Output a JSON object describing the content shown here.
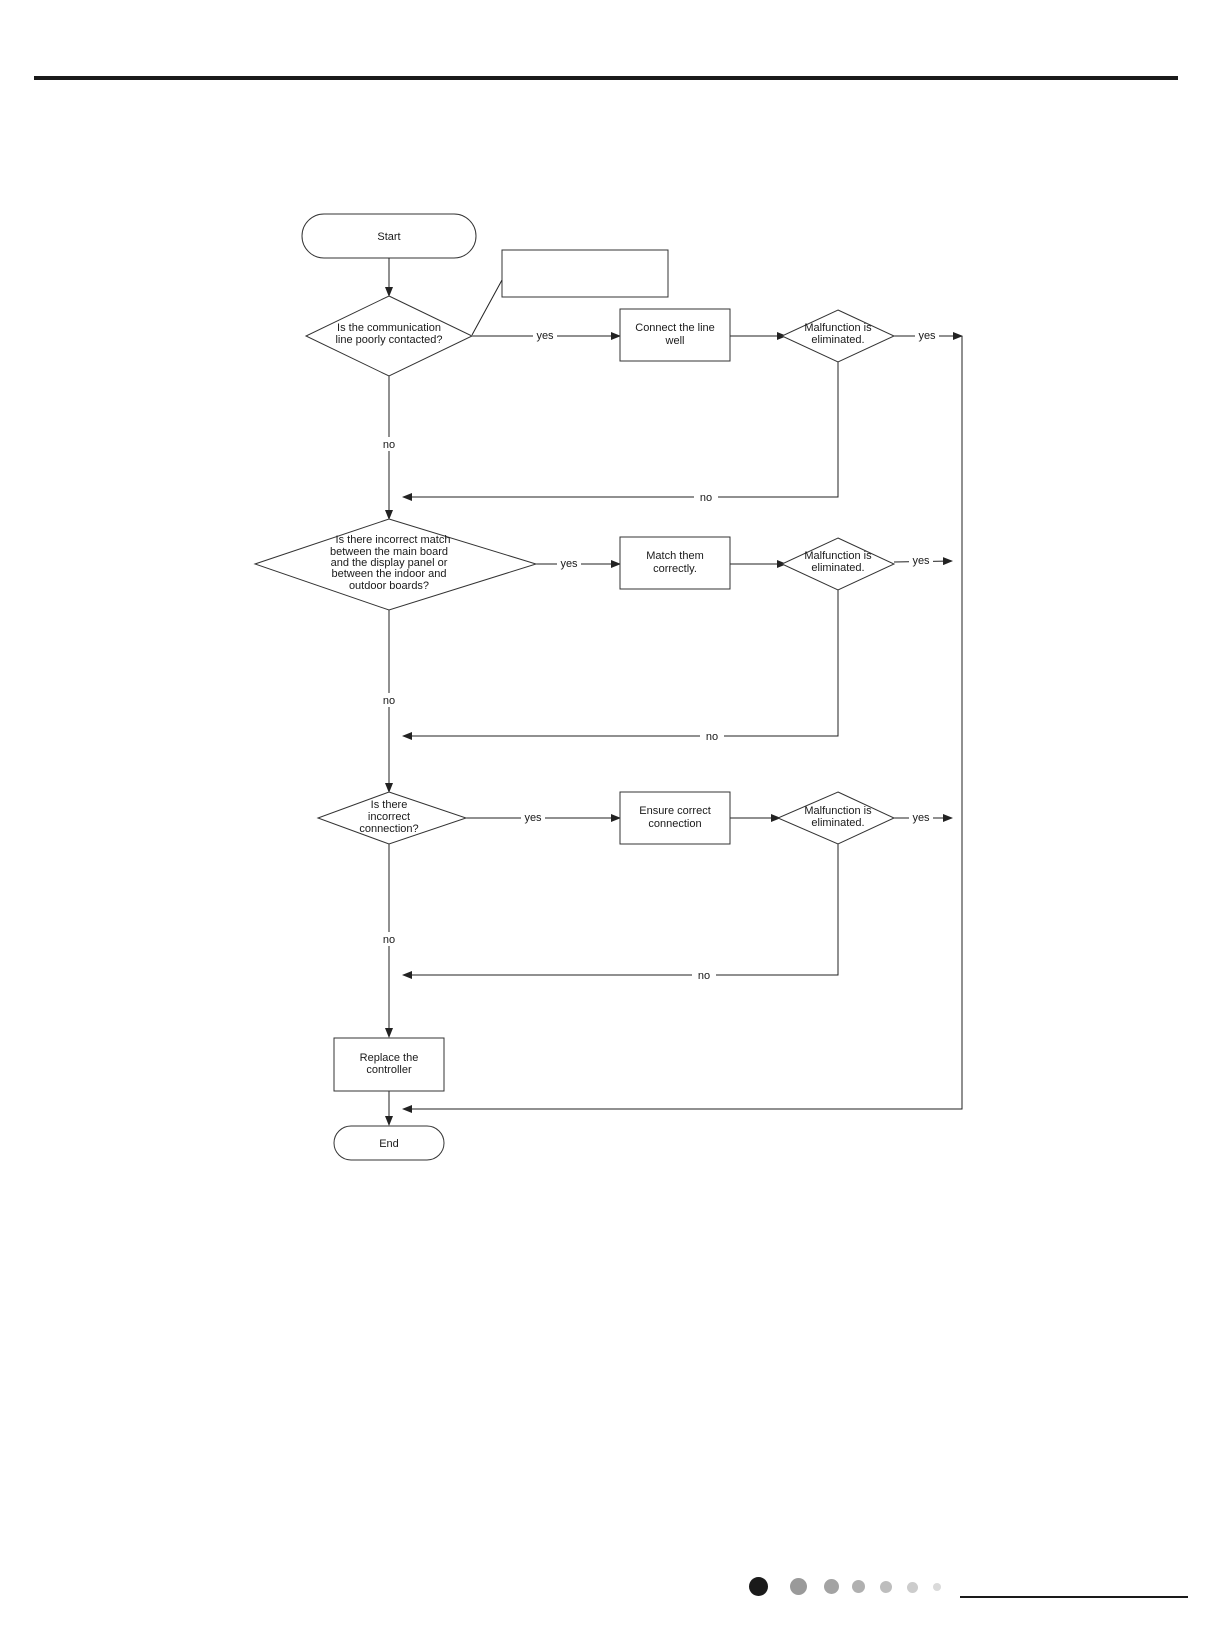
{
  "diagram": {
    "start": "Start",
    "end": "End",
    "q1": [
      "Is the communication",
      "line poorly contacted?"
    ],
    "a1": [
      "Connect the line",
      "well"
    ],
    "m1": [
      "Malfunction is",
      "eliminated."
    ],
    "q2": [
      "Is there incorrect match",
      "between the main board",
      "and the display panel or",
      "between the indoor and",
      "outdoor boards?"
    ],
    "a2": [
      "Match them",
      "correctly."
    ],
    "m2": [
      "Malfunction is",
      "eliminated."
    ],
    "q3": [
      "Is there",
      "incorrect",
      "connection?"
    ],
    "a3": [
      "Ensure correct",
      "connection"
    ],
    "m3": [
      "Malfunction is",
      "eliminated."
    ],
    "replace": [
      "Replace the",
      "controller"
    ],
    "yes": "yes",
    "no": "no"
  },
  "colors": {
    "line": "#222222",
    "dot_active": "#1a1a1a",
    "dot_gray": "#9a9a9a",
    "dot_light": "#c8c8c8"
  }
}
